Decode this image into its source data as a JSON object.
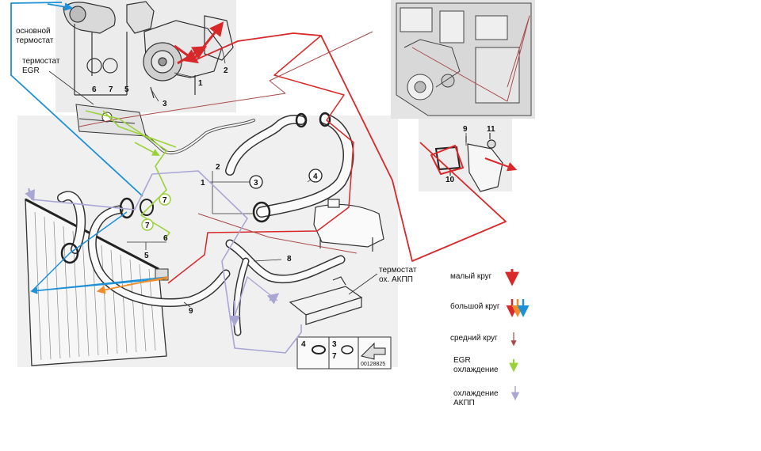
{
  "labels": {
    "main_thermostat": [
      "основной",
      "термостат"
    ],
    "egr_thermostat": [
      "термостат",
      "EGR"
    ],
    "atf_thermostat": [
      "термостат",
      "ох. АКПП"
    ]
  },
  "part_numbers": {
    "p1": "1",
    "p2": "2",
    "p3": "3",
    "p5_top": "5",
    "p6": "6",
    "p7": "7",
    "p9_engine": "9",
    "p10": "10",
    "p11": "11",
    "p2_hose": "2",
    "p1_hose": "1",
    "p3_circ": "3",
    "p4_circ": "4",
    "p7_circ": "7",
    "p7_circ2": "7",
    "p5_bottom": "5",
    "p8": "8",
    "p9_hose": "9"
  },
  "inset": {
    "n4": "4",
    "n3": "3",
    "n7": "7",
    "code": "00128825"
  },
  "legend": {
    "items": [
      {
        "label": "малый круг",
        "arrows": [
          "#d8282a"
        ]
      },
      {
        "label": "большой круг",
        "arrows": [
          "#d8282a",
          "#f28c28",
          "#1e90d6"
        ]
      },
      {
        "label": "средний круг",
        "arrows": [
          "#a84a4a"
        ]
      },
      {
        "label": [
          "EGR",
          "охлаждение"
        ],
        "arrows": [
          "#9bd23a"
        ]
      },
      {
        "label": [
          "охлаждение",
          "АКПП"
        ],
        "arrows": [
          "#a9a6d4"
        ]
      }
    ]
  },
  "colors": {
    "small_circuit": "#d8282a",
    "large_orange": "#f28c28",
    "large_blue": "#1e90d6",
    "medium_circuit": "#a84a4a",
    "egr": "#9bd23a",
    "atf": "#a9a6d4",
    "lineart": "#333333",
    "panel": "#e6e6e6"
  }
}
